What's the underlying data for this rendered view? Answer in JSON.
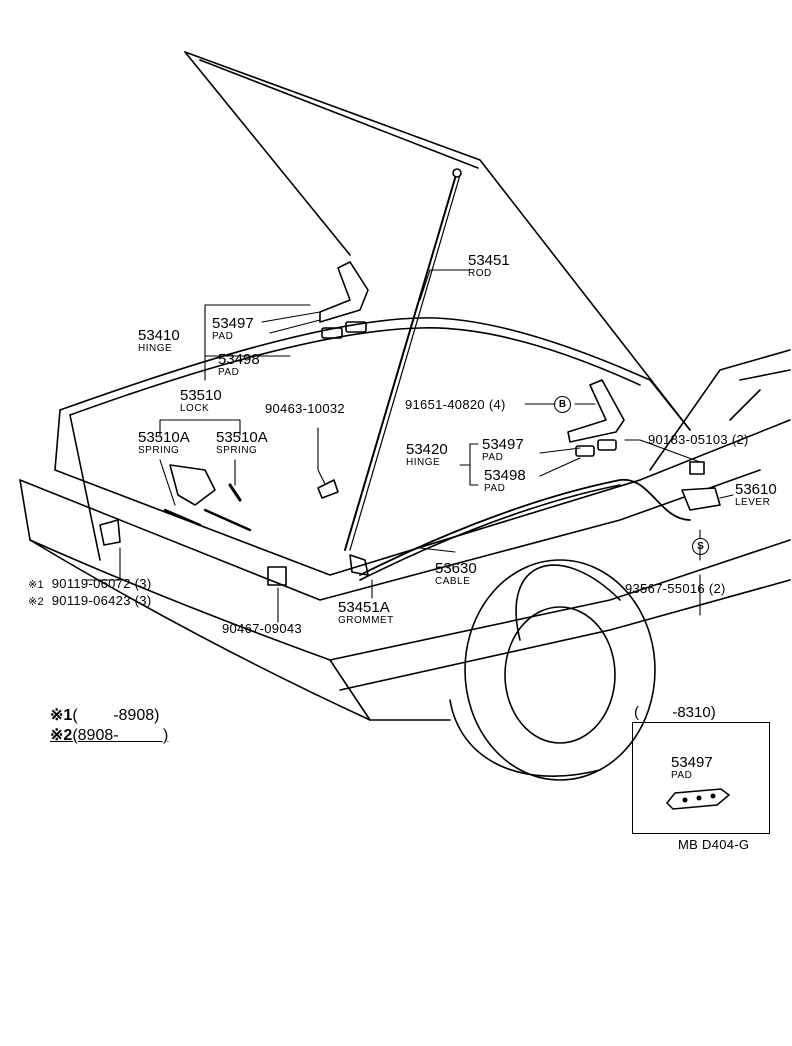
{
  "parts": {
    "rod": {
      "number": "53451",
      "name": "ROD"
    },
    "hinge_left": {
      "number": "53410",
      "name": "HINGE"
    },
    "pad_l1": {
      "number": "53497",
      "name": "PAD"
    },
    "pad_l2": {
      "number": "53498",
      "name": "PAD"
    },
    "lock": {
      "number": "53510",
      "name": "LOCK"
    },
    "spring_a": {
      "number": "53510A",
      "name": "SPRING"
    },
    "spring_b": {
      "number": "53510A",
      "name": "SPRING"
    },
    "bolt_90463": {
      "number": "90463-10032"
    },
    "bolt_91651": {
      "number": "91651-40820",
      "qty": "(4)",
      "marker": "B"
    },
    "hinge_right": {
      "number": "53420",
      "name": "HINGE"
    },
    "pad_r1": {
      "number": "53497",
      "name": "PAD"
    },
    "pad_r2": {
      "number": "53498",
      "name": "PAD"
    },
    "clip_90183": {
      "number": "90183-05103",
      "qty": "(2)"
    },
    "lever": {
      "number": "53610",
      "name": "LEVER"
    },
    "cable": {
      "number": "53630",
      "name": "CABLE"
    },
    "screw_93567": {
      "number": "93567-55016",
      "qty": "(2)",
      "marker": "S"
    },
    "grommet": {
      "number": "53451A",
      "name": "GROMMET"
    },
    "clip_90467": {
      "number": "90467-09043"
    },
    "bolt_star1": {
      "marker": "※1",
      "number": "90119-06072",
      "qty": "(3)"
    },
    "bolt_star2": {
      "marker": "※2",
      "number": "90119-06423",
      "qty": "(3)"
    }
  },
  "notes": {
    "star1": {
      "marker": "※1",
      "range": "(        -8908)"
    },
    "star2": {
      "marker": "※2",
      "range": "(8908-          )"
    }
  },
  "inset": {
    "range": "(        -8310)",
    "part_number": "53497",
    "part_name": "PAD"
  },
  "code": "MB D404-G"
}
